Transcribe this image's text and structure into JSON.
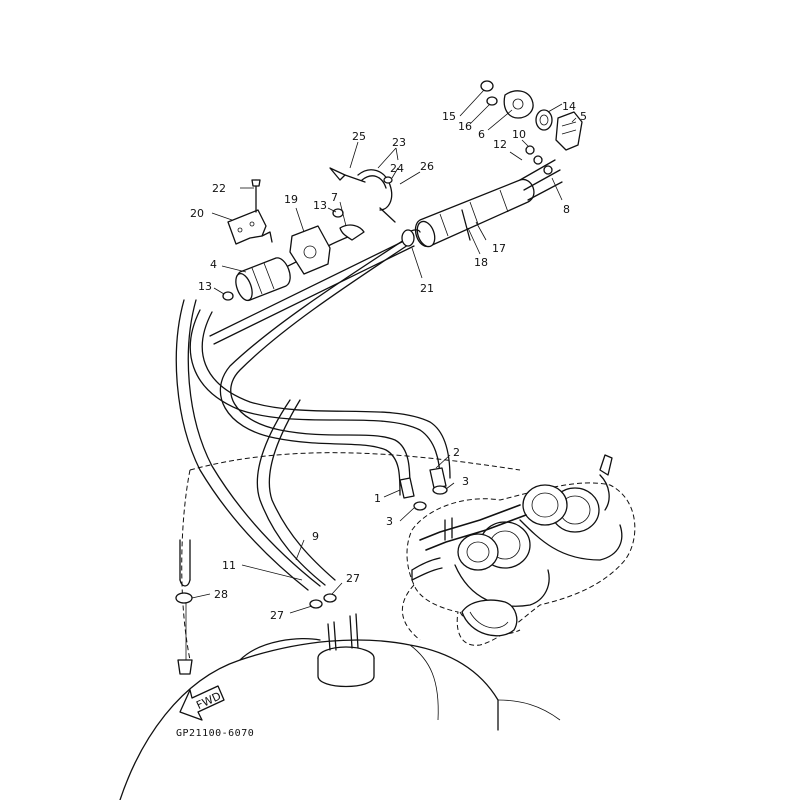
{
  "diagram": {
    "code": "GP21100-6070",
    "fwd_label": "FWD",
    "callouts": {
      "c1": "1",
      "c2": "2",
      "c3a": "3",
      "c3b": "3",
      "c4": "4",
      "c5": "5",
      "c6": "6",
      "c7": "7",
      "c8": "8",
      "c9": "9",
      "c10": "10",
      "c11": "11",
      "c12": "12",
      "c13a": "13",
      "c13b": "13",
      "c14": "14",
      "c15": "15",
      "c16": "16",
      "c17": "17",
      "c18": "18",
      "c19": "19",
      "c20": "20",
      "c21": "21",
      "c22": "22",
      "c23": "23",
      "c24": "24",
      "c25": "25",
      "c26": "26",
      "c27a": "27",
      "c27b": "27",
      "c28": "28"
    }
  }
}
